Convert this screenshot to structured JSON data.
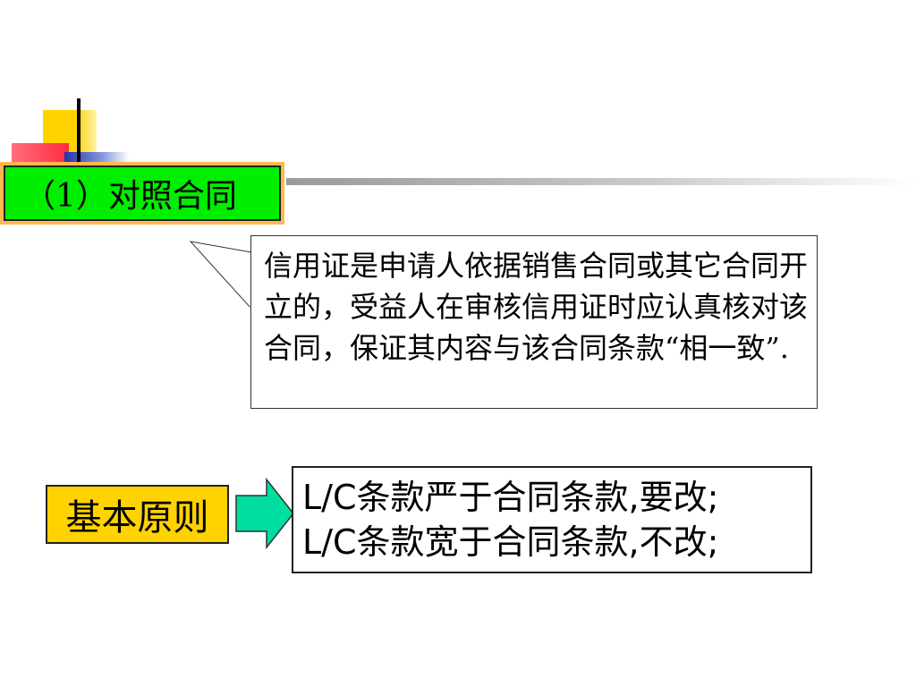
{
  "heading": {
    "title": "（1）对照合同"
  },
  "callout": {
    "text": "信用证是申请人依据销售合同或其它合同开立的，受益人在审核信用证时应认真核对该合同，保证其内容与该合同条款“相一致”."
  },
  "principle": {
    "label": "基本原则"
  },
  "rules": {
    "lines": [
      "L/C条款严于合同条款,要改;",
      "L/C条款宽于合同条款,不改;"
    ]
  },
  "colors": {
    "heading_fill": "#00ee00",
    "heading_border": "#ffb84d",
    "principle_fill": "#ffd200",
    "arrow_fill": "#00dda0"
  }
}
